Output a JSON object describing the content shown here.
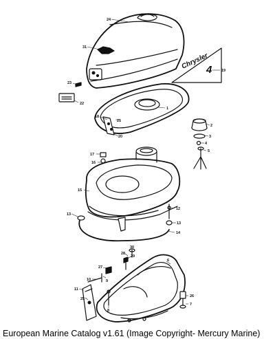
{
  "caption": "European Marine Catalog v1.61 (Image Copyright- Mercury Marine)",
  "decal": {
    "brand": "Chrysler",
    "model": "4"
  },
  "callouts": [
    {
      "label": "24"
    },
    {
      "label": "31"
    },
    {
      "label": "19"
    },
    {
      "label": "23"
    },
    {
      "label": "22"
    },
    {
      "label": "1"
    },
    {
      "label": "21"
    },
    {
      "label": "18"
    },
    {
      "label": "20"
    },
    {
      "label": "2"
    },
    {
      "label": "3"
    },
    {
      "label": "4"
    },
    {
      "label": "5"
    },
    {
      "label": "17"
    },
    {
      "label": "16"
    },
    {
      "label": "15"
    },
    {
      "label": "12"
    },
    {
      "label": "13"
    },
    {
      "label": "13"
    },
    {
      "label": "14"
    },
    {
      "label": "30"
    },
    {
      "label": "28"
    },
    {
      "label": "29"
    },
    {
      "label": "6"
    },
    {
      "label": "27"
    },
    {
      "label": "10"
    },
    {
      "label": "9"
    },
    {
      "label": "11"
    },
    {
      "label": "25"
    },
    {
      "label": "8"
    },
    {
      "label": "26"
    },
    {
      "label": "7"
    }
  ]
}
